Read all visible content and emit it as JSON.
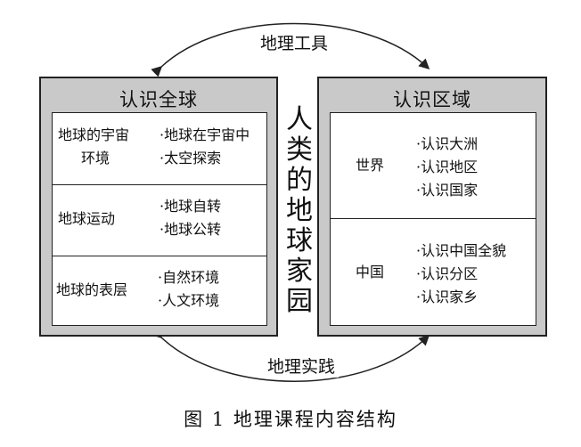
{
  "top_arc_label": "地理工具",
  "bottom_arc_label": "地理实践",
  "center_title": [
    "人",
    "类",
    "的",
    "地",
    "球",
    "家",
    "园"
  ],
  "left_panel": {
    "title": "认识全球",
    "sections": [
      {
        "label_lines": [
          "地球的宇宙",
          "环境"
        ],
        "bullets": [
          "·地球在宇宙中",
          "·太空探索"
        ]
      },
      {
        "label_lines": [
          "地球运动"
        ],
        "bullets": [
          "·地球自转",
          "·地球公转"
        ]
      },
      {
        "label_lines": [
          "地球的表层"
        ],
        "bullets": [
          "·自然环境",
          "·人文环境"
        ]
      }
    ]
  },
  "right_panel": {
    "title": "认识区域",
    "sections": [
      {
        "label_lines": [
          "世界"
        ],
        "bullets": [
          "·认识大洲",
          "·认识地区",
          "·认识国家"
        ]
      },
      {
        "label_lines": [
          "中国"
        ],
        "bullets": [
          "·认识中国全貌",
          "·认识分区",
          "·认识家乡"
        ]
      }
    ]
  },
  "caption": "图 1   地理课程内容结构"
}
